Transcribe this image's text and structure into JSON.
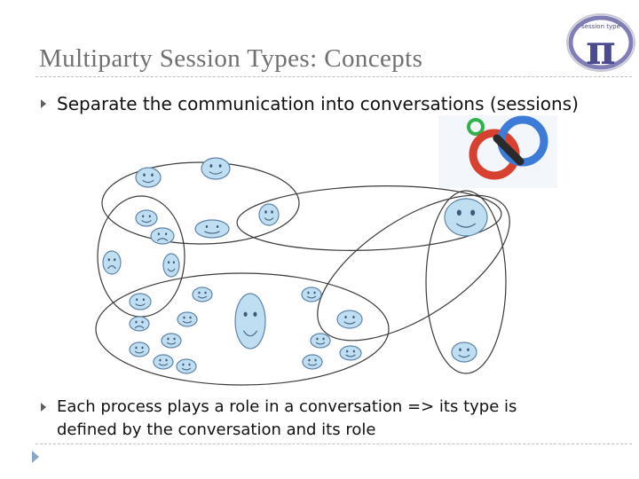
{
  "slide": {
    "title": "Multiparty Session Types: Concepts",
    "bullet1": "Separate the communication into conversations (sessions)",
    "bullet2_line1": "Each process plays a role in a conversation => its type is",
    "bullet2_line2": "defined by the conversation and its role"
  },
  "logo": {
    "caption": "session type",
    "symbol": "π",
    "ring_color": "#7f7fb5",
    "glyph_color": "#4b4c8f"
  },
  "rings_icon": {
    "colors": {
      "green": "#2fb34a",
      "red": "#d8412f",
      "blue": "#3e7bd8",
      "black": "#2a2a2a"
    }
  },
  "diagram": {
    "outline_color": "#3a3a3a",
    "face_fill": "#c0def2",
    "face_stroke": "#5e84a6",
    "faces": [
      {
        "mood": "happy"
      },
      {
        "mood": "happy"
      },
      {
        "mood": "happy"
      },
      {
        "mood": "happy"
      },
      {
        "mood": "sad"
      },
      {
        "mood": "sad"
      },
      {
        "mood": "happy"
      },
      {
        "mood": "happy"
      },
      {
        "mood": "happy"
      },
      {
        "mood": "happy"
      },
      {
        "mood": "happy"
      },
      {
        "mood": "happy"
      },
      {
        "mood": "happy"
      },
      {
        "mood": "sad"
      },
      {
        "mood": "happy"
      },
      {
        "mood": "happy"
      },
      {
        "mood": "happy"
      },
      {
        "mood": "happy"
      },
      {
        "mood": "happy"
      },
      {
        "mood": "happy"
      },
      {
        "mood": "happy"
      },
      {
        "mood": "happy"
      },
      {
        "mood": "happy"
      },
      {
        "mood": "happy"
      }
    ],
    "sessions": [
      {
        "name": "top-left"
      },
      {
        "name": "middle-left"
      },
      {
        "name": "bottom"
      },
      {
        "name": "top-wide"
      },
      {
        "name": "diagonal"
      },
      {
        "name": "right-vertical"
      }
    ]
  }
}
